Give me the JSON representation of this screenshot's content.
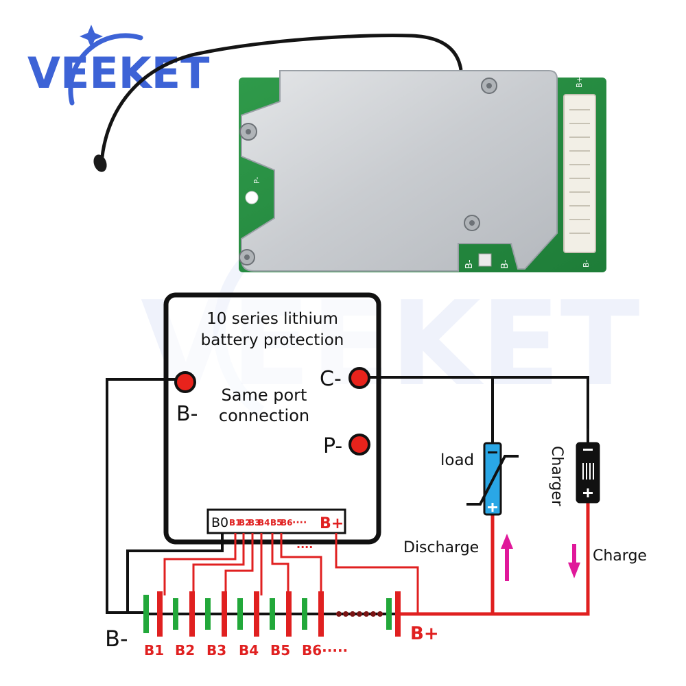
{
  "brand": {
    "logo_text": "VEEKET",
    "watermark_text": "VEEKET",
    "logo_color": "#3d63d6"
  },
  "board": {
    "pad_labels": [
      "B+",
      "B-",
      "B-",
      "B-",
      "P-"
    ]
  },
  "diagram": {
    "title_line1": "10 series lithium",
    "title_line2": "battery protection",
    "note_line1": "Same port",
    "note_line2": "connection",
    "port_b_minus": "B-",
    "port_c_minus": "C-",
    "port_p_minus": "P-",
    "connector_b0": "B0",
    "connector_b1": "B1",
    "connector_b2": "B2",
    "connector_b3": "B3",
    "connector_b4": "B4",
    "connector_b5": "B5",
    "connector_b6": "B6",
    "connector_dots": "····",
    "connector_bplus": "B+",
    "load_label": "load",
    "charger_label": "Charger",
    "discharge_label": "Discharge",
    "charge_label": "Charge",
    "pack_b_minus": "B-",
    "pack_b_plus": "B+",
    "cells": [
      "B1",
      "B2",
      "B3",
      "B4",
      "B5",
      "B6·····"
    ],
    "colors": {
      "wire_black": "#111111",
      "wire_red": "#e02020",
      "port_red": "#e8231c",
      "cell_green": "#22a83a",
      "arrow_magenta": "#e0189a",
      "load_blue": "#2aa7e6"
    }
  }
}
